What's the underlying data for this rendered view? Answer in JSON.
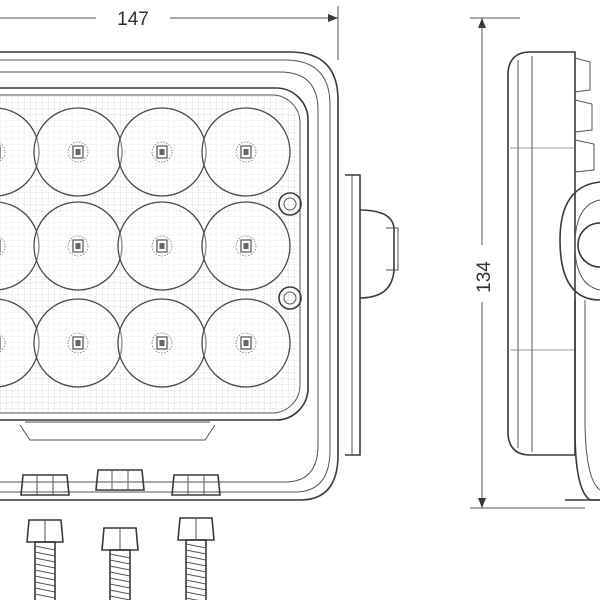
{
  "dimensions": {
    "width_label": "147",
    "height_label": "134"
  },
  "front_view": {
    "led_rows": 3,
    "led_columns": 4,
    "mounting_bolts": 3
  },
  "colors": {
    "line": "#3a3a3a",
    "background": "#ffffff",
    "led_chip": "#555555"
  }
}
